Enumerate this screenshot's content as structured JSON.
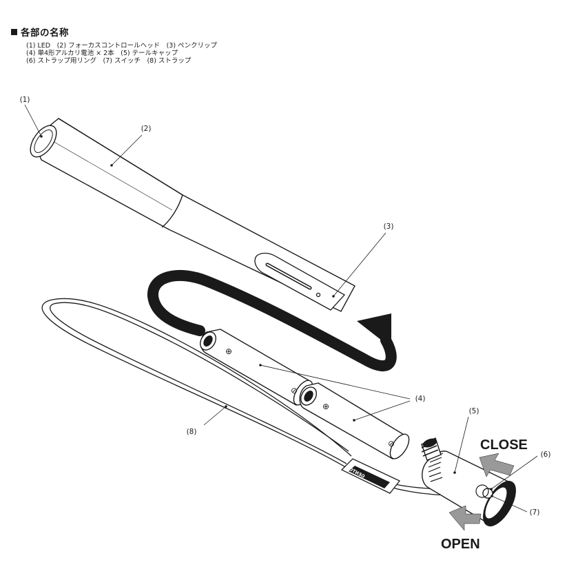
{
  "header": {
    "title": "各部の名称",
    "lines": [
      "(1) LED　(2) フォーカスコントロールヘッド　(3) ペンクリップ",
      "(4) 単4形アルカリ電池 × 2本　(5) テールキャップ",
      "(6) ストラップ用リング　(7) スイッチ　(8) ストラップ"
    ]
  },
  "callouts": {
    "c1": "(1)",
    "c2": "(2)",
    "c3": "(3)",
    "c4": "(4)",
    "c5": "(5)",
    "c6": "(6)",
    "c7": "(7)",
    "c8": "(8)"
  },
  "directions": {
    "close": "CLOSE",
    "open": "OPEN"
  },
  "battery_marks": {
    "plus": "⊕",
    "minus": "⊘"
  },
  "strap_tag": "GENTOS"
}
